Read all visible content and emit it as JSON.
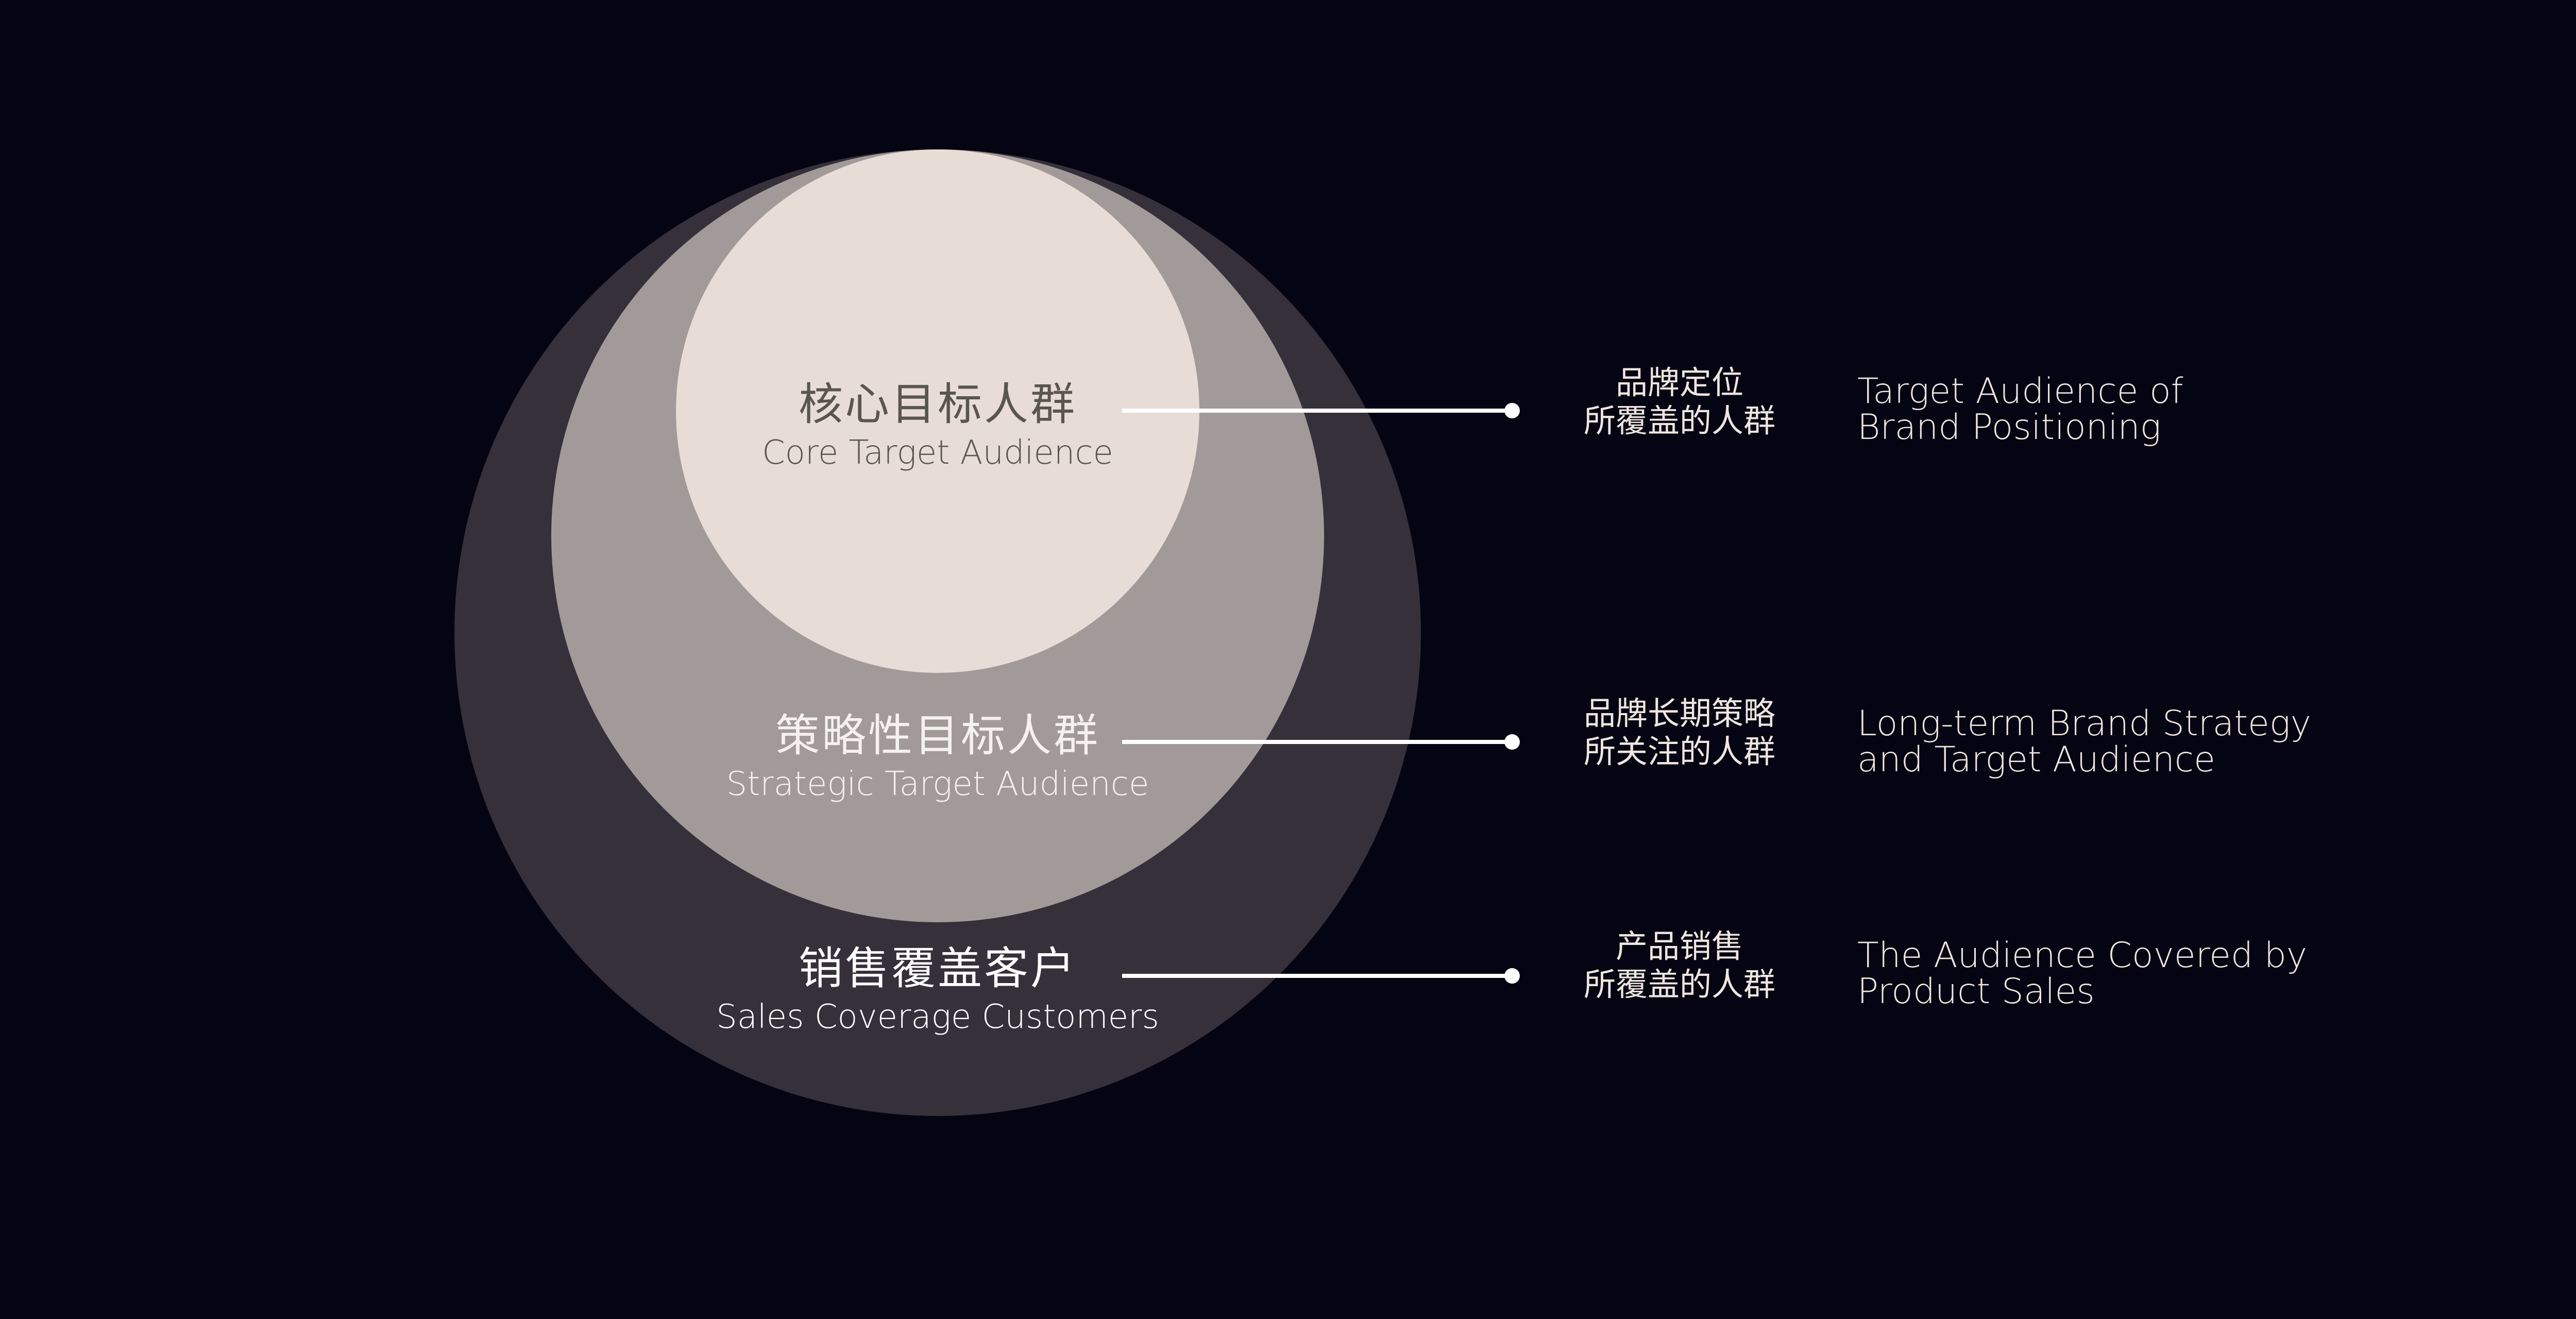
{
  "colors": {
    "background": "#050412",
    "outer_circle": "#35303a",
    "middle_circle": "#a29a98",
    "inner_circle": "#e8ddd6",
    "leader_line": "#ffffff"
  },
  "circles": [
    {
      "id": "core",
      "zh": "核心目标人群",
      "en": "Core Target Audience",
      "desc_zh": [
        "品牌定位",
        "所覆盖的人群"
      ],
      "desc_en": [
        "Target Audience of",
        "Brand Positioning"
      ]
    },
    {
      "id": "strategic",
      "zh": "策略性目标人群",
      "en": "Strategic Target Audience",
      "desc_zh": [
        "品牌长期策略",
        "所关注的人群"
      ],
      "desc_en": [
        "Long-term Brand Strategy",
        "and Target Audience"
      ]
    },
    {
      "id": "sales",
      "zh": "销售覆盖客户",
      "en": "Sales Coverage Customers",
      "desc_zh": [
        "产品销售",
        "所覆盖的人群"
      ],
      "desc_en": [
        "The Audience Covered by",
        "Product Sales"
      ]
    }
  ]
}
